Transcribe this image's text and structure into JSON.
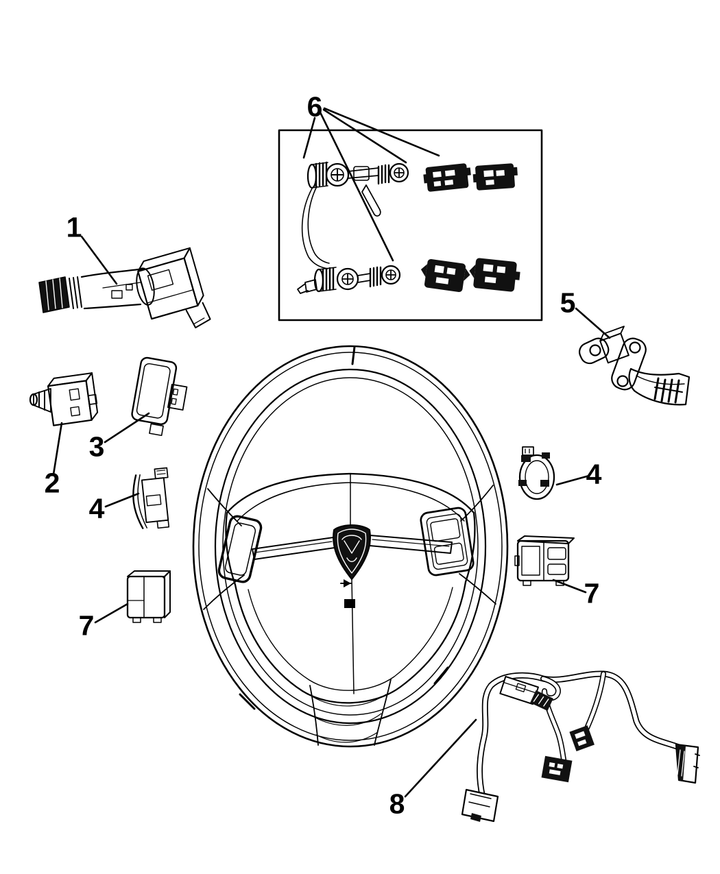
{
  "page": {
    "background": "#ffffff",
    "ink": "#000000"
  },
  "callouts": [
    {
      "id": "callout-1",
      "label": "1"
    },
    {
      "id": "callout-2",
      "label": "2"
    },
    {
      "id": "callout-3",
      "label": "3"
    },
    {
      "id": "callout-4-left",
      "label": "4"
    },
    {
      "id": "callout-4-right",
      "label": "4"
    },
    {
      "id": "callout-5",
      "label": "5"
    },
    {
      "id": "callout-6",
      "label": "6"
    },
    {
      "id": "callout-7-left",
      "label": "7"
    },
    {
      "id": "callout-7-right",
      "label": "7"
    },
    {
      "id": "callout-8",
      "label": "8"
    }
  ]
}
